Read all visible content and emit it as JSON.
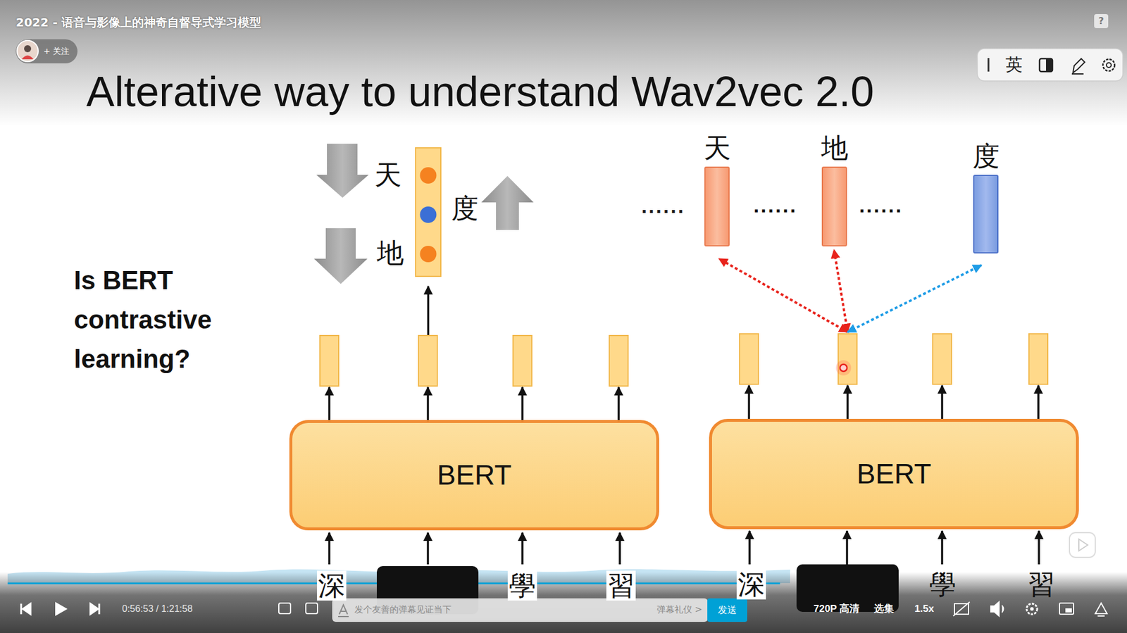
{
  "diagram": {
    "title": "Alterative way to understand Wav2vec 2.0",
    "nodes": [
      {
        "text": [
          "BERT"
        ]
      },
      {
        "text": [
          "天"
        ]
      },
      {
        "text": [
          "地"
        ]
      },
      {
        "text": [
          "度"
        ]
      },
      {
        "text": [
          "BERT"
        ]
      }
    ],
    "labels": [
      "2022 - 语音与影像上的神奇自督导式学习模型",
      "+ 关注",
      "?",
      "英",
      "Is BERT contrastive learning?",
      "天",
      "地",
      "度",
      "深",
      "學",
      "習",
      "......",
      "......",
      "......",
      "深",
      "學",
      "習",
      "0:56:53 / 1:21:58",
      "发个友善的弹幕见证当下",
      "弹幕礼仪 >",
      "发送",
      "720P 高清",
      "选集",
      "1.5x"
    ]
  }
}
